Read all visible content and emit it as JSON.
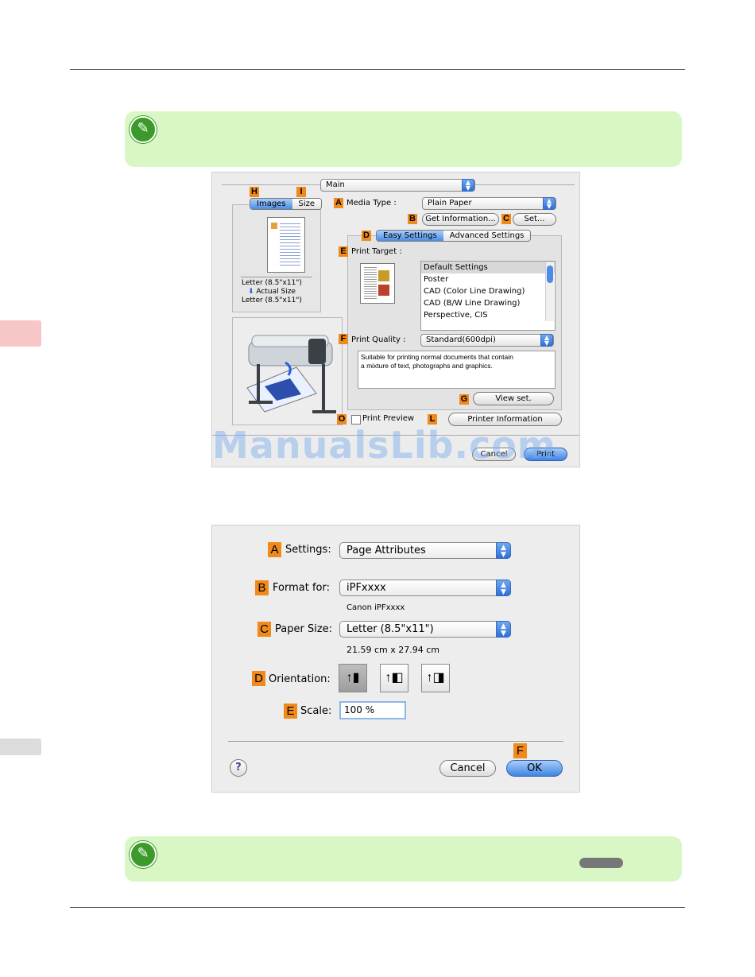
{
  "watermark": "ManualsLib.com",
  "print_dialog": {
    "panel_popup": "Main",
    "tabs_left": {
      "images": "Images",
      "size": "Size",
      "label_h": "H",
      "label_i": "I"
    },
    "size_info": {
      "from": "Letter (8.5\"x11\")",
      "mode": "Actual Size",
      "to": "Letter (8.5\"x11\")"
    },
    "media_type": {
      "label_key": "A",
      "label": "Media Type :",
      "value": "Plain Paper"
    },
    "get_info": {
      "label_key": "B",
      "text": "Get Information..."
    },
    "set_button": {
      "label_key": "C",
      "text": "Set..."
    },
    "settings_tabs": {
      "label_key": "D",
      "easy": "Easy Settings",
      "advanced": "Advanced Settings"
    },
    "print_target": {
      "label_key": "E",
      "label": "Print Target :",
      "items": [
        "Default Settings",
        "Poster",
        "CAD (Color Line Drawing)",
        "CAD (B/W Line Drawing)",
        "Perspective, CIS"
      ]
    },
    "print_quality": {
      "label_key": "F",
      "label": "Print Quality :",
      "value": "Standard(600dpi)",
      "description_1": "Suitable for printing normal documents that contain",
      "description_2": "a mixture of text, photographs and graphics."
    },
    "view_set": {
      "label_key": "G",
      "text": "View set."
    },
    "print_preview": {
      "label_key": "O",
      "text": "Print Preview",
      "checked": false
    },
    "printer_info": {
      "label_key": "L",
      "text": "Printer Information"
    },
    "cancel": "Cancel",
    "print": "Print"
  },
  "page_setup": {
    "settings": {
      "label_key": "A",
      "label": "Settings:",
      "value": "Page Attributes"
    },
    "format_for": {
      "label_key": "B",
      "label": "Format for:",
      "value": "iPFxxxx",
      "sub": "Canon iPFxxxx"
    },
    "paper_size": {
      "label_key": "C",
      "label": "Paper Size:",
      "value": "Letter (8.5\"x11\")",
      "sub": "21.59 cm x 27.94 cm"
    },
    "orientation": {
      "label_key": "D",
      "label": "Orientation:"
    },
    "scale": {
      "label_key": "E",
      "label": "Scale:",
      "value": "100 %"
    },
    "help": "?",
    "ok_label_key": "F",
    "cancel": "Cancel",
    "ok": "OK"
  },
  "colors": {
    "note_bg": "#d9f7c4",
    "label_orange": "#f08a1c",
    "sidetab_red": "#f7c6c6",
    "sidetab_gray": "#dcdcdc"
  }
}
